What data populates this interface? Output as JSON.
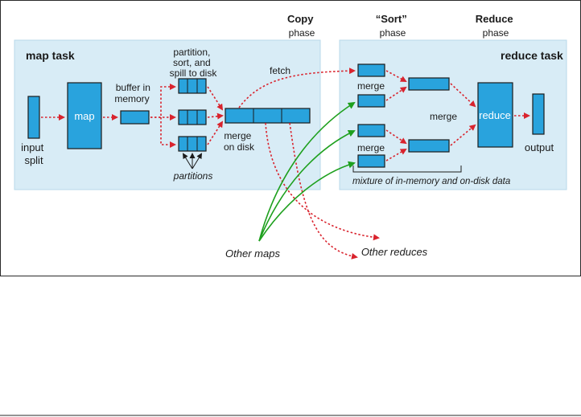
{
  "phases": {
    "copy": [
      "Copy",
      "phase"
    ],
    "sort": [
      "“Sort”",
      "phase"
    ],
    "reduce": [
      "Reduce",
      "phase"
    ]
  },
  "map_task": {
    "title": "map task",
    "input_split": [
      "input",
      "split"
    ],
    "map": "map",
    "buffer": [
      "buffer in",
      "memory"
    ],
    "partition": [
      "partition,",
      "sort, and",
      "spill to disk"
    ],
    "merge_on_disk": [
      "merge",
      "on disk"
    ],
    "partitions": "partitions"
  },
  "fetch": "fetch",
  "reduce_task": {
    "title": "reduce task",
    "merge_top": "merge",
    "merge_bottom": "merge",
    "merge_mid": "merge",
    "reduce": "reduce",
    "output": "output",
    "mixture": "mixture of in-memory and on-disk data"
  },
  "other_maps": "Other maps",
  "other_reduces": "Other reduces",
  "colors": {
    "box": "#29a3dd",
    "panel": "#d8ecf6",
    "red_arrow": "#d9232d",
    "green_arrow": "#1ea01e"
  }
}
